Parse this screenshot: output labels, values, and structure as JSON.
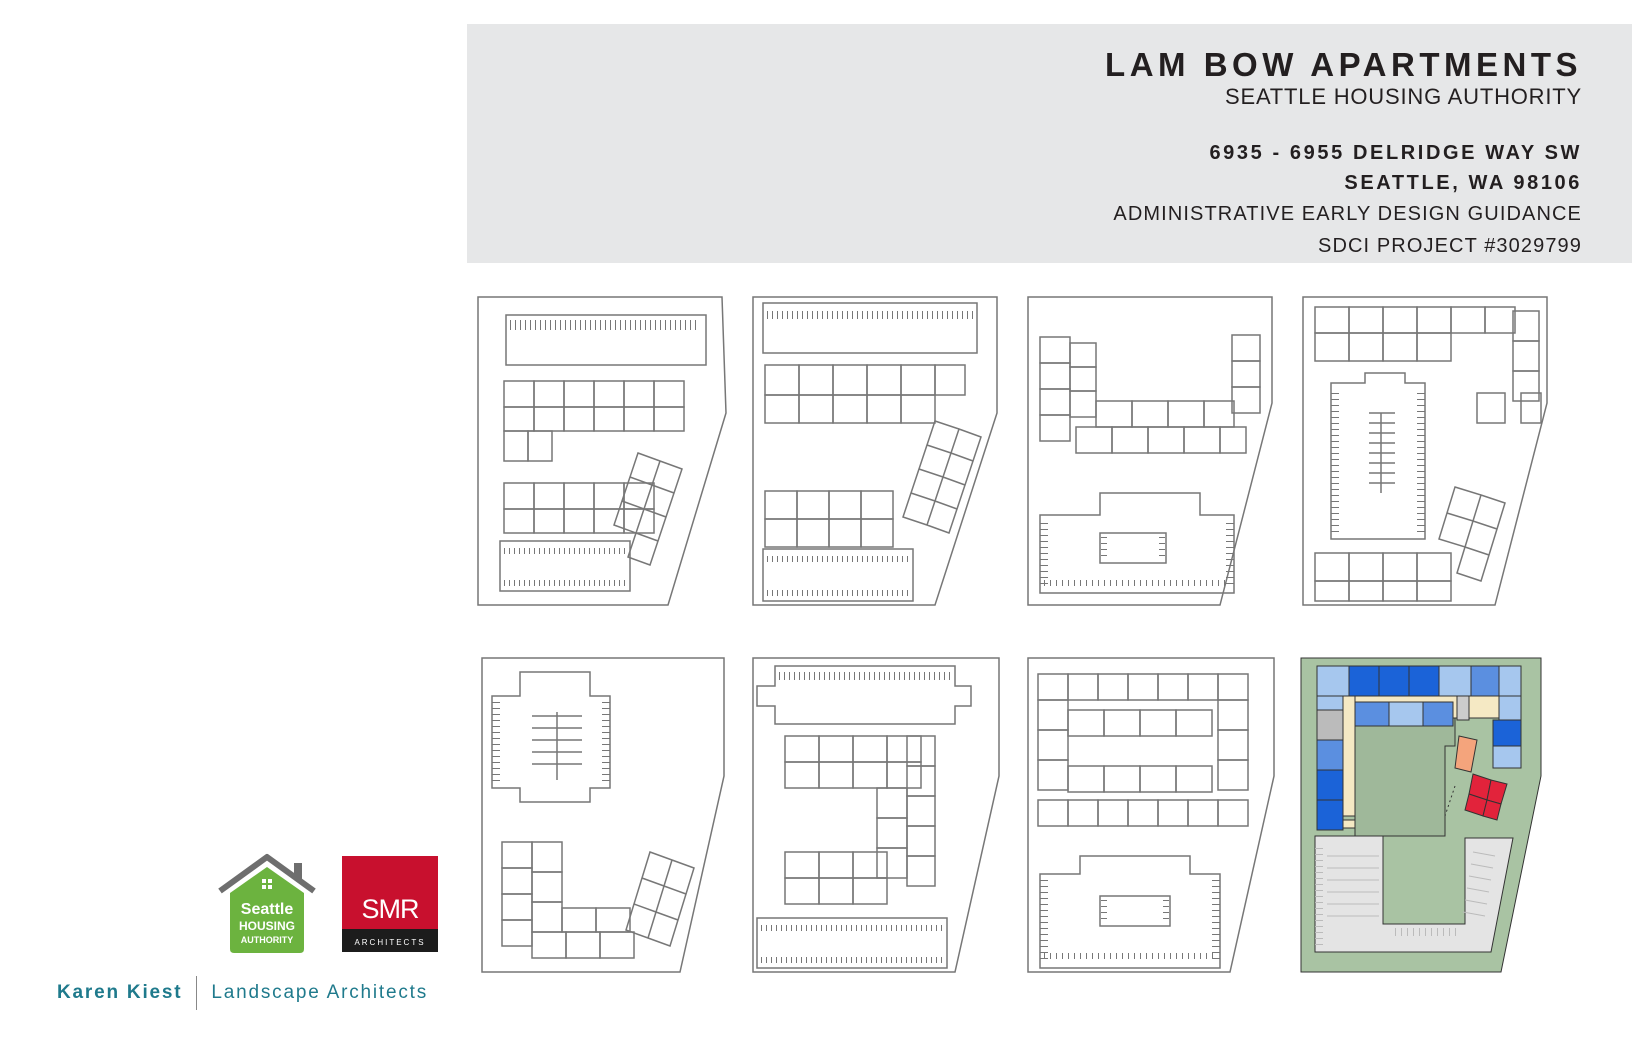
{
  "header": {
    "title": "LAM BOW APARTMENTS",
    "subtitle": "SEATTLE HOUSING AUTHORITY",
    "address_line1": "6935 - 6955 DELRIDGE WAY SW",
    "address_line2": "SEATTLE, WA 98106",
    "guidance": "ADMINISTRATIVE EARLY DESIGN GUIDANCE",
    "project": "SDCI PROJECT #3029799"
  },
  "logos": {
    "sha": {
      "line1": "Seattle",
      "line2": "HOUSING",
      "line3": "AUTHORITY",
      "color": "#6cb33f"
    },
    "smr": {
      "name": "SMR",
      "sub": "ARCHITECTS",
      "color": "#c8102e"
    },
    "kk": {
      "name": "Karen Kiest",
      "sub": "Landscape Architects",
      "color": "#1f7a8c"
    }
  },
  "colors": {
    "header_bg": "#e6e7e8",
    "sketch_line": "#777777",
    "site_green": "#a9c3a3",
    "courtyard": "#9fb89a",
    "parking": "#e4e4e4",
    "units_dark_blue": "#1b63d8",
    "units_light_blue": "#a6c7ee",
    "units_mid_blue": "#5b8fe0",
    "corridor": "#f5e9c4",
    "community": "#f4a47c",
    "accent_red": "#e2233b"
  }
}
